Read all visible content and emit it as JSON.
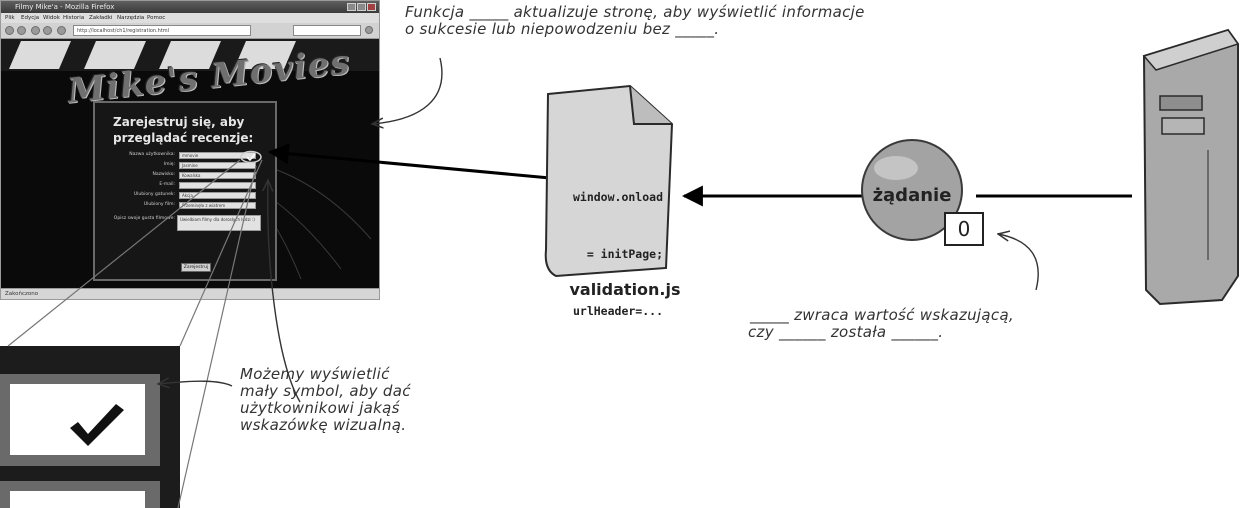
{
  "browser": {
    "window_title": "Filmy Mike'a - Mozilla Firefox",
    "menu": [
      "Plik",
      "Edycja",
      "Widok",
      "Historia",
      "Zakładki",
      "Narzędzia",
      "Pomoc"
    ],
    "url": "http://localhost/ch1/registration.html",
    "status": "Zakończono",
    "site_logo": "Mike's Movies",
    "heading_line1": "Zarejestruj się, aby",
    "heading_line2": "przeglądać recenzje:",
    "form": {
      "fields": [
        {
          "label": "Nazwa użytkownika:",
          "value": "mmovie"
        },
        {
          "label": "Imię:",
          "value": "Jasmine"
        },
        {
          "label": "Nazwisko:",
          "value": "Kowalska"
        },
        {
          "label": "E-mail:",
          "value": ""
        },
        {
          "label": "Ulubiony gatunek:",
          "value": "Akcja"
        },
        {
          "label": "Ulubiony film:",
          "value": "Przeminęło z wiatrem"
        }
      ],
      "textarea_label": "Opisz swoje gusta filmowe:",
      "textarea_value": "Uwielbiam filmy dla dorosłych ludzi :)",
      "submit_label": "Zarejestruj"
    }
  },
  "js_file": {
    "label": "validation.js",
    "code_line1": "window.onload",
    "code_line2": "= initPage;",
    "code_line3": "urlHeader=..."
  },
  "request": {
    "label": "żądanie",
    "ready_state": "0"
  },
  "annotations": {
    "top_line1": "Funkcja _____ aktualizuje stronę, aby wyświetlić informacje",
    "top_line2": "o sukcesie lub niepowodzeniu bez _____.",
    "right_line1": "_____ zwraca wartość wskazującą,",
    "right_line2": "czy ______ została ______.",
    "left_line1": "Możemy wyświetlić",
    "left_line2": "mały symbol, aby dać",
    "left_line3": "użytkownikowi jakąś",
    "left_line4": "wskazówkę wizualną."
  },
  "icons": {
    "checkmark": "checkmark-icon",
    "server": "server-icon",
    "document": "document-icon"
  },
  "colors": {
    "arrow": "#000000",
    "document_gray": "#d4d4d4",
    "ball_gray": "#9c9c9c",
    "server_gray": "#a8a8a8"
  }
}
